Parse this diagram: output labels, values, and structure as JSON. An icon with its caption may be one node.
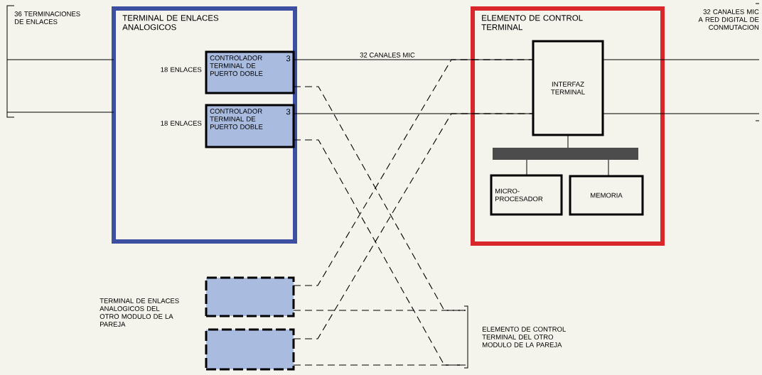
{
  "diagram": {
    "nodes": [
      {
        "text": [
          "36 TERMINACIONES DE ENLACES"
        ]
      },
      {
        "text": [
          "TERMINAL DE ENLACES ANALOGICOS"
        ]
      },
      {
        "text": [
          "CONTROLADOR TERMINAL DE PUERTO DOBLE",
          "3"
        ],
        "beside": [
          "18 ENLACES"
        ],
        "in": 1
      },
      {
        "text": [
          "CONTROLADOR TERMINAL DE PUERTO DOBLE",
          "3"
        ],
        "beside": [
          "18 ENLACES"
        ],
        "in": 1
      },
      {
        "text": [
          "ELEMENTO DE CONTROL TERMINAL"
        ]
      },
      {
        "text": [
          "INTERFAZ TERMINAL"
        ],
        "in": 4
      },
      {
        "text": [],
        "shape": "bar",
        "in": 4
      },
      {
        "text": [
          "MICRO-PROCESADOR"
        ],
        "in": 4
      },
      {
        "text": [
          "MEMORIA"
        ],
        "in": 4
      },
      {
        "text": [
          "32 CANALES MIC A RED DIGITAL DE CONMUTACION"
        ]
      },
      {
        "text": [],
        "shape": "box"
      },
      {
        "text": [],
        "shape": "box"
      },
      {
        "text": [
          "ELEMENTO DE CONTROL TERMINAL DEL OTRO MODULO DE LA PAREJA"
        ]
      }
    ],
    "edges": [
      {
        "from": 0,
        "to": 1,
        "arrow": "none"
      },
      {
        "from": 0,
        "to": 1,
        "arrow": "none"
      },
      {
        "from": 2,
        "to": 5,
        "arrow": "none",
        "label": "32 CANALES MIC"
      },
      {
        "from": 3,
        "to": 5,
        "arrow": "none"
      },
      {
        "from": 5,
        "to": 9,
        "arrow": "none"
      },
      {
        "from": 5,
        "to": 9,
        "arrow": "none"
      },
      {
        "from": 5,
        "to": 6,
        "arrow": "none"
      },
      {
        "from": 6,
        "to": 7,
        "arrow": "none"
      },
      {
        "from": 6,
        "to": 8,
        "arrow": "none"
      },
      {
        "from": 2,
        "to": 12,
        "arrow": "none",
        "style": "dashed"
      },
      {
        "from": 3,
        "to": 12,
        "arrow": "none",
        "style": "dashed"
      },
      {
        "from": 10,
        "to": 5,
        "arrow": "none",
        "style": "dashed"
      },
      {
        "from": 10,
        "to": 12,
        "arrow": "none",
        "style": "dashed"
      },
      {
        "from": 11,
        "to": 5,
        "arrow": "none",
        "style": "dashed"
      },
      {
        "from": 11,
        "to": 12,
        "arrow": "none",
        "style": "dashed"
      }
    ],
    "labels": [
      "TERMINAL DE ENLACES ANALOGICOS DEL OTRO MODULO DE LA PAREJA"
    ]
  }
}
